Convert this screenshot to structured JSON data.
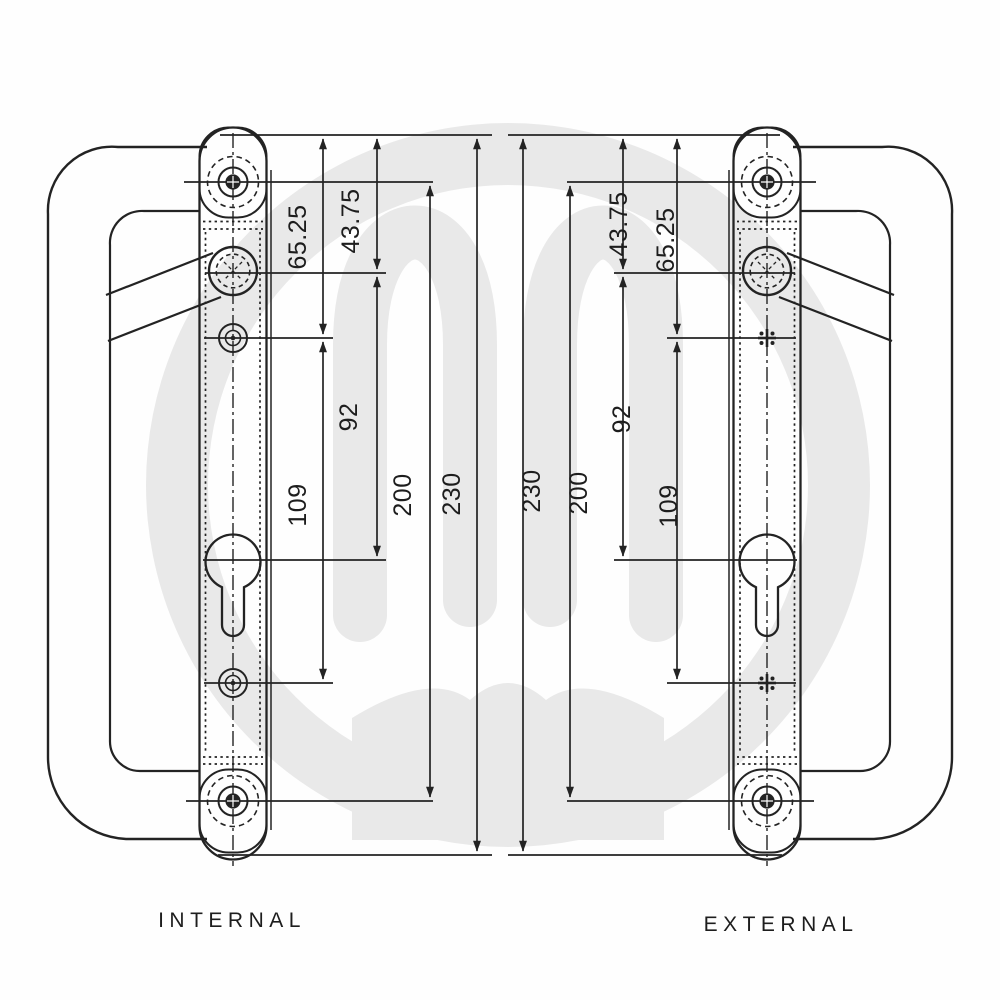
{
  "page": {
    "background": "#fefefe",
    "ink_color": "#232323",
    "watermark_color": "#e9e9e9"
  },
  "captions": {
    "internal": "INTERNAL",
    "external": "EXTERNAL"
  },
  "dimensions": {
    "plate_top_to_spindle": "43.75",
    "plate_top_to_upper_hole": "65.25",
    "spindle_to_cylinder": "92",
    "upper_hole_to_lower_hole": "109",
    "fixing_screw_centres": "200",
    "overall_length": "230"
  }
}
